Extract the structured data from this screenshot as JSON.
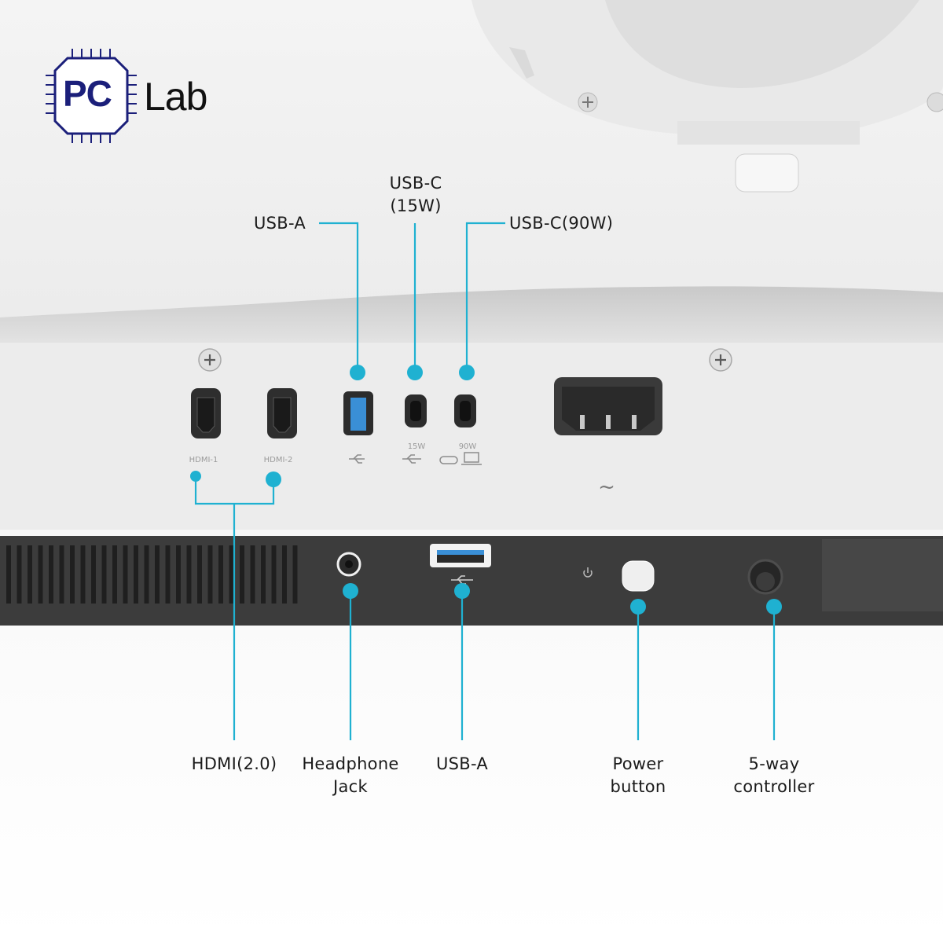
{
  "logo": {
    "pc": "PC",
    "lab": "Lab"
  },
  "top_labels": {
    "usb_a": "USB-A",
    "usb_c_15w_line1": "USB-C",
    "usb_c_15w_line2": "(15W)",
    "usb_c_90w": "USB-C(90W)"
  },
  "bottom_labels": {
    "hdmi": "HDMI(2.0)",
    "headphone_line1": "Headphone",
    "headphone_line2": "Jack",
    "usb_a": "USB-A",
    "power_line1": "Power",
    "power_line2": "button",
    "controller_line1": "5-way",
    "controller_line2": "controller"
  },
  "port_markings": {
    "hdmi1": "HDMI-1",
    "hdmi2": "HDMI-2",
    "usbc15": "15W",
    "usbc90": "90W",
    "ac": "~"
  },
  "colors": {
    "accent": "#1fb1d1",
    "panel": "#ececec",
    "bezel": "#3c3c3c",
    "port": "#2b2b2b",
    "usb_blue": "#3a8fd6",
    "logo_blue": "#1b1f7a"
  },
  "icons": [
    "plus-screw-icon",
    "usb-trident-icon",
    "bolt-icon",
    "usb-c-icon",
    "laptop-icon",
    "power-icon"
  ]
}
